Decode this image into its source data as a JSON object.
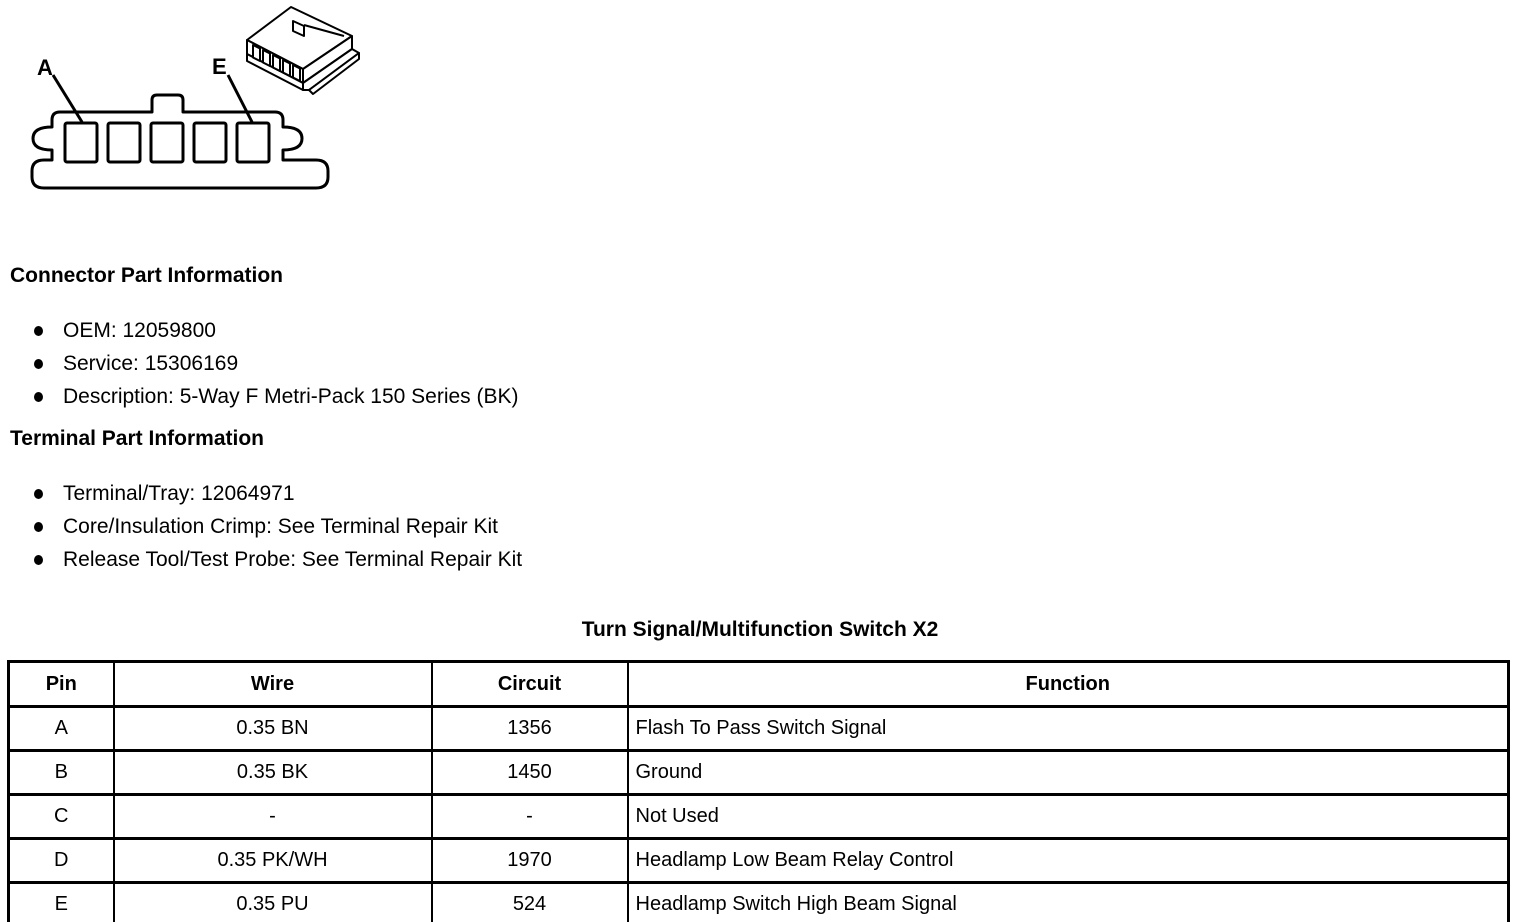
{
  "diagram": {
    "pin_label_a": "A",
    "pin_label_e": "E",
    "cavity_count": 5,
    "line_color": "#000000",
    "fill_color": "#ffffff"
  },
  "connector_info": {
    "heading": "Connector Part Information",
    "items": [
      "OEM: 12059800",
      "Service: 15306169",
      "Description: 5-Way F Metri-Pack 150 Series (BK)"
    ]
  },
  "terminal_info": {
    "heading": "Terminal Part Information",
    "items": [
      "Terminal/Tray: 12064971",
      "Core/Insulation Crimp: See Terminal Repair Kit",
      "Release Tool/Test Probe: See Terminal Repair Kit"
    ]
  },
  "pinout_table": {
    "title": "Turn Signal/Multifunction Switch X2",
    "columns": [
      "Pin",
      "Wire",
      "Circuit",
      "Function"
    ],
    "rows": [
      {
        "pin": "A",
        "wire": "0.35 BN",
        "circuit": "1356",
        "function": "Flash To Pass Switch Signal"
      },
      {
        "pin": "B",
        "wire": "0.35 BK",
        "circuit": "1450",
        "function": "Ground"
      },
      {
        "pin": "C",
        "wire": "-",
        "circuit": "-",
        "function": "Not Used"
      },
      {
        "pin": "D",
        "wire": "0.35 PK/WH",
        "circuit": "1970",
        "function": "Headlamp Low Beam Relay Control"
      },
      {
        "pin": "E",
        "wire": "0.35 PU",
        "circuit": "524",
        "function": "Headlamp Switch High Beam Signal"
      }
    ]
  }
}
